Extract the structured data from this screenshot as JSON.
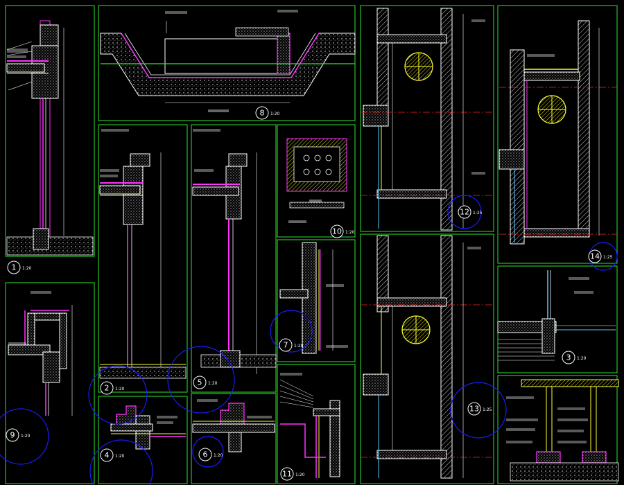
{
  "drawing": {
    "background": "#000000",
    "colors": {
      "frame": "#2be82b",
      "concrete": "#ffffff",
      "finish": "#ff33ff",
      "structure": "#ffff33",
      "leader": "#ffffff",
      "callout_circle": "#1a1aff",
      "detail_circle": "#ffffff",
      "glass": "#55ccff",
      "axis": "#ff2222",
      "hatch_fill": "#dddd22"
    },
    "details": [
      {
        "number": "1",
        "scale": "1:20"
      },
      {
        "number": "2",
        "scale": "1:20"
      },
      {
        "number": "3",
        "scale": "1:20"
      },
      {
        "number": "4",
        "scale": "1:20"
      },
      {
        "number": "5",
        "scale": "1:20"
      },
      {
        "number": "6",
        "scale": "1:20"
      },
      {
        "number": "7",
        "scale": "1:20"
      },
      {
        "number": "8",
        "scale": "1:20"
      },
      {
        "number": "9",
        "scale": "1:20"
      },
      {
        "number": "10",
        "scale": "1:20"
      },
      {
        "number": "11",
        "scale": "1:20"
      },
      {
        "number": "12",
        "scale": "1:25"
      },
      {
        "number": "13",
        "scale": "1:25"
      },
      {
        "number": "14",
        "scale": "1:25"
      }
    ]
  }
}
